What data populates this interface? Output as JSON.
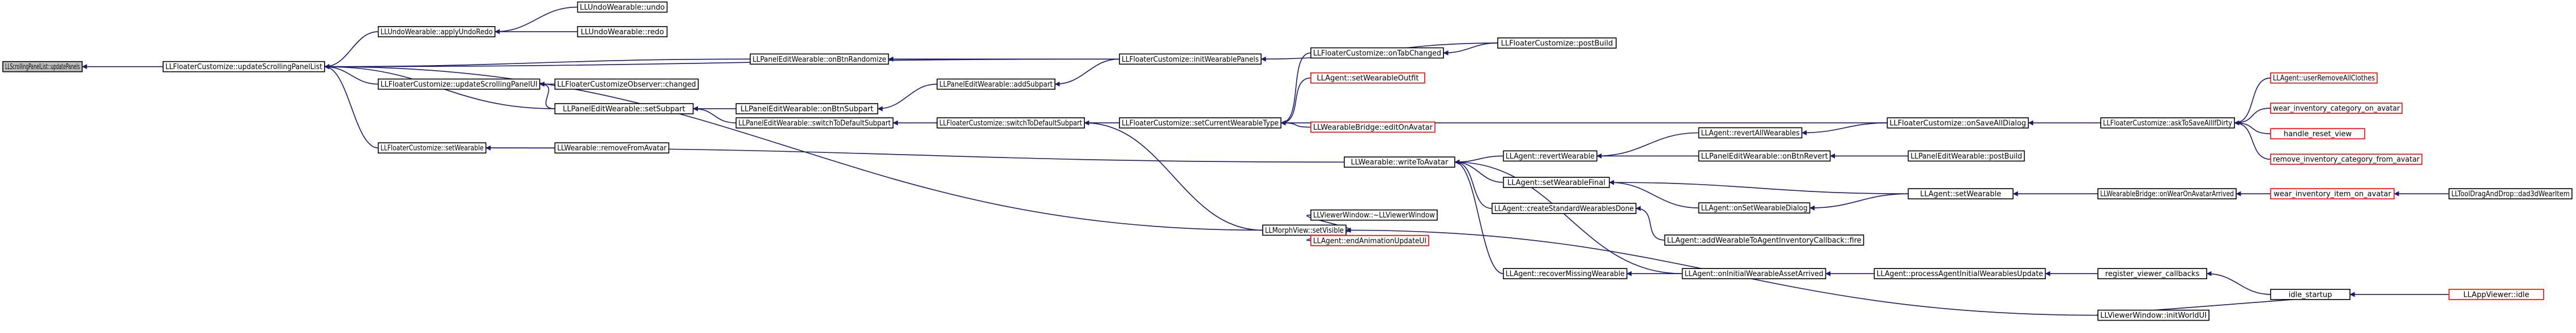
{
  "colors": {
    "normal_border": "#000000",
    "truncated_border": "#ff0000",
    "focus_fill": "#bfbfbf",
    "edge": "#191970",
    "background": "#ffffff"
  },
  "nodes": {
    "n0": {
      "label": "LLScrollingPanelList::updatePanels",
      "kind": "focus"
    },
    "n1": {
      "label": "LLFloaterCustomize::updateScrollingPanelList",
      "kind": "normal"
    },
    "n2": {
      "label": "LLUndoWearable::applyUndoRedo",
      "kind": "normal"
    },
    "n3": {
      "label": "LLUndoWearable::undo",
      "kind": "normal"
    },
    "n4": {
      "label": "LLUndoWearable::redo",
      "kind": "normal"
    },
    "n5": {
      "label": "LLPanelEditWearable::onBtnRandomize",
      "kind": "normal"
    },
    "n6": {
      "label": "LLFloaterCustomize::initWearablePanels",
      "kind": "normal"
    },
    "n7": {
      "label": "LLFloaterCustomize::postBuild",
      "kind": "normal"
    },
    "n8": {
      "label": "LLFloaterCustomize::updateScrollingPanelUI",
      "kind": "normal"
    },
    "n9": {
      "label": "LLFloaterCustomizeObserver::changed",
      "kind": "normal"
    },
    "n10": {
      "label": "LLPanelEditWearable::setSubpart",
      "kind": "normal"
    },
    "n11": {
      "label": "LLPanelEditWearable::onBtnSubpart",
      "kind": "normal"
    },
    "n12": {
      "label": "LLPanelEditWearable::addSubpart",
      "kind": "normal"
    },
    "n13": {
      "label": "LLPanelEditWearable::switchToDefaultSubpart",
      "kind": "normal"
    },
    "n14": {
      "label": "LLFloaterCustomize::switchToDefaultSubpart",
      "kind": "normal"
    },
    "n15": {
      "label": "LLFloaterCustomize::setCurrentWearableType",
      "kind": "normal"
    },
    "n16": {
      "label": "LLFloaterCustomize::onTabChanged",
      "kind": "normal"
    },
    "n17": {
      "label": "LLAgent::setWearableOutfit",
      "kind": "truncated"
    },
    "n18": {
      "label": "LLWearableBridge::editOnAvatar",
      "kind": "truncated"
    },
    "n19": {
      "label": "LLFloaterCustomize::setWearable",
      "kind": "normal"
    },
    "n20": {
      "label": "LLWearable::removeFromAvatar",
      "kind": "normal"
    },
    "n21": {
      "label": "LLWearable::writeToAvatar",
      "kind": "normal"
    },
    "n22": {
      "label": "LLMorphView::setVisible",
      "kind": "normal"
    },
    "n23": {
      "label": "LLViewerWindow::~LLViewerWindow",
      "kind": "normal"
    },
    "n24": {
      "label": "LLAgent::endAnimationUpdateUI",
      "kind": "truncated"
    },
    "n25": {
      "label": "LLFloaterCustomize::onSaveAllDialog",
      "kind": "normal"
    },
    "n26": {
      "label": "LLFloaterCustomize::askToSaveAllIfDirty",
      "kind": "normal"
    },
    "n27": {
      "label": "LLAgent::userRemoveAllClothes",
      "kind": "truncated"
    },
    "n28": {
      "label": "wear_inventory_category_on_avatar",
      "kind": "truncated"
    },
    "n29": {
      "label": "handle_reset_view",
      "kind": "truncated"
    },
    "n30": {
      "label": "remove_inventory_category_from_avatar",
      "kind": "truncated"
    },
    "n31": {
      "label": "LLAgent::revertWearable",
      "kind": "normal"
    },
    "n32": {
      "label": "LLAgent::revertAllWearables",
      "kind": "normal"
    },
    "n33": {
      "label": "LLPanelEditWearable::onBtnRevert",
      "kind": "normal"
    },
    "n34": {
      "label": "LLPanelEditWearable::postBuild",
      "kind": "normal"
    },
    "n35": {
      "label": "LLAgent::setWearableFinal",
      "kind": "normal"
    },
    "n36": {
      "label": "LLAgent::onSetWearableDialog",
      "kind": "normal"
    },
    "n37": {
      "label": "LLAgent::setWearable",
      "kind": "normal"
    },
    "n38": {
      "label": "LLWearableBridge::onWearOnAvatarArrived",
      "kind": "normal"
    },
    "n39": {
      "label": "wear_inventory_item_on_avatar",
      "kind": "truncated"
    },
    "n40": {
      "label": "LLToolDragAndDrop::dad3dWearItem",
      "kind": "normal"
    },
    "n41": {
      "label": "LLAgent::createStandardWearablesDone",
      "kind": "normal"
    },
    "n42": {
      "label": "LLAgent::addWearableToAgentInventoryCallback::fire",
      "kind": "normal"
    },
    "n43": {
      "label": "LLAgent::recoverMissingWearable",
      "kind": "normal"
    },
    "n44": {
      "label": "LLAgent::onInitialWearableAssetArrived",
      "kind": "normal"
    },
    "n45": {
      "label": "LLAgent::processAgentInitialWearablesUpdate",
      "kind": "normal"
    },
    "n46": {
      "label": "register_viewer_callbacks",
      "kind": "normal"
    },
    "n47": {
      "label": "idle_startup",
      "kind": "normal"
    },
    "n48": {
      "label": "LLAppViewer::idle",
      "kind": "truncated"
    },
    "n49": {
      "label": "LLViewerWindow::initWorldUI",
      "kind": "normal"
    }
  },
  "edges": [
    [
      "n1",
      "n0"
    ],
    [
      "n2",
      "n1"
    ],
    [
      "n3",
      "n2"
    ],
    [
      "n4",
      "n2"
    ],
    [
      "n5",
      "n1"
    ],
    [
      "n6",
      "n5"
    ],
    [
      "n7",
      "n6"
    ],
    [
      "n6",
      "n1"
    ],
    [
      "n8",
      "n1"
    ],
    [
      "n9",
      "n8"
    ],
    [
      "n10",
      "n8"
    ],
    [
      "n10",
      "n1"
    ],
    [
      "n11",
      "n10"
    ],
    [
      "n12",
      "n11"
    ],
    [
      "n6",
      "n12"
    ],
    [
      "n13",
      "n10"
    ],
    [
      "n14",
      "n13"
    ],
    [
      "n15",
      "n14"
    ],
    [
      "n16",
      "n15"
    ],
    [
      "n7",
      "n16"
    ],
    [
      "n17",
      "n15"
    ],
    [
      "n18",
      "n15"
    ],
    [
      "n25",
      "n15"
    ],
    [
      "n19",
      "n1"
    ],
    [
      "n20",
      "n19"
    ],
    [
      "n21",
      "n19"
    ],
    [
      "n22",
      "n14"
    ],
    [
      "n22",
      "n1"
    ],
    [
      "n23",
      "n22"
    ],
    [
      "n24",
      "n22"
    ],
    [
      "n49",
      "n22"
    ],
    [
      "n26",
      "n25"
    ],
    [
      "n27",
      "n26"
    ],
    [
      "n28",
      "n26"
    ],
    [
      "n29",
      "n26"
    ],
    [
      "n30",
      "n26"
    ],
    [
      "n31",
      "n21"
    ],
    [
      "n32",
      "n31"
    ],
    [
      "n33",
      "n31"
    ],
    [
      "n34",
      "n33"
    ],
    [
      "n25",
      "n32"
    ],
    [
      "n35",
      "n21"
    ],
    [
      "n36",
      "n35"
    ],
    [
      "n37",
      "n35"
    ],
    [
      "n37",
      "n36"
    ],
    [
      "n38",
      "n37"
    ],
    [
      "n39",
      "n38"
    ],
    [
      "n40",
      "n39"
    ],
    [
      "n41",
      "n21"
    ],
    [
      "n42",
      "n41"
    ],
    [
      "n43",
      "n21"
    ],
    [
      "n44",
      "n21"
    ],
    [
      "n44",
      "n43"
    ],
    [
      "n45",
      "n44"
    ],
    [
      "n46",
      "n45"
    ],
    [
      "n47",
      "n46"
    ],
    [
      "n48",
      "n47"
    ],
    [
      "n49",
      "n47"
    ]
  ]
}
